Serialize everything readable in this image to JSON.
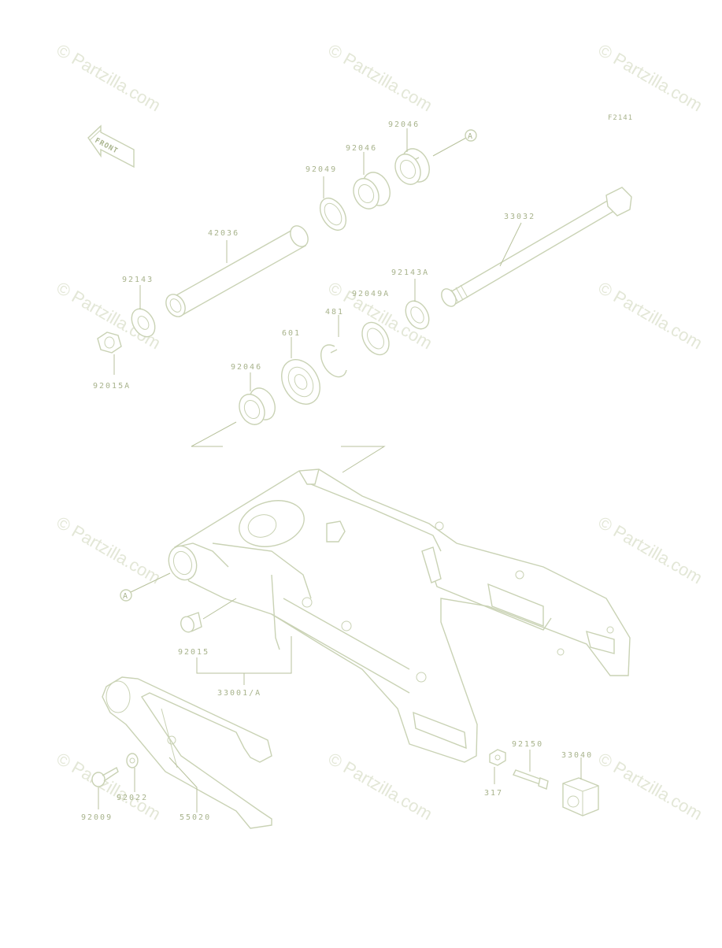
{
  "diagram": {
    "figure_code": "F2141",
    "front_arrow_label": "FRONT",
    "callout_letter": "A",
    "watermark": "© Partzilla.com",
    "colors": {
      "line": "#c9d2b4",
      "label": "#a8b38c",
      "watermark": "#e3e7d7"
    },
    "parts": [
      {
        "id": "p-92046-top",
        "number": "92046"
      },
      {
        "id": "p-92046-mid",
        "number": "92046"
      },
      {
        "id": "p-92049",
        "number": "92049"
      },
      {
        "id": "p-42036",
        "number": "42036"
      },
      {
        "id": "p-33032",
        "number": "33032"
      },
      {
        "id": "p-92143",
        "number": "92143"
      },
      {
        "id": "p-92143a",
        "number": "92143A"
      },
      {
        "id": "p-92049a",
        "number": "92049A"
      },
      {
        "id": "p-481",
        "number": "481"
      },
      {
        "id": "p-601",
        "number": "601"
      },
      {
        "id": "p-92015a",
        "number": "92015A"
      },
      {
        "id": "p-92046-low",
        "number": "92046"
      },
      {
        "id": "p-92015",
        "number": "92015"
      },
      {
        "id": "p-33001a",
        "number": "33001/A"
      },
      {
        "id": "p-92150",
        "number": "92150"
      },
      {
        "id": "p-33040",
        "number": "33040"
      },
      {
        "id": "p-317",
        "number": "317"
      },
      {
        "id": "p-92022",
        "number": "92022"
      },
      {
        "id": "p-92009",
        "number": "92009"
      },
      {
        "id": "p-55020",
        "number": "55020"
      }
    ]
  }
}
